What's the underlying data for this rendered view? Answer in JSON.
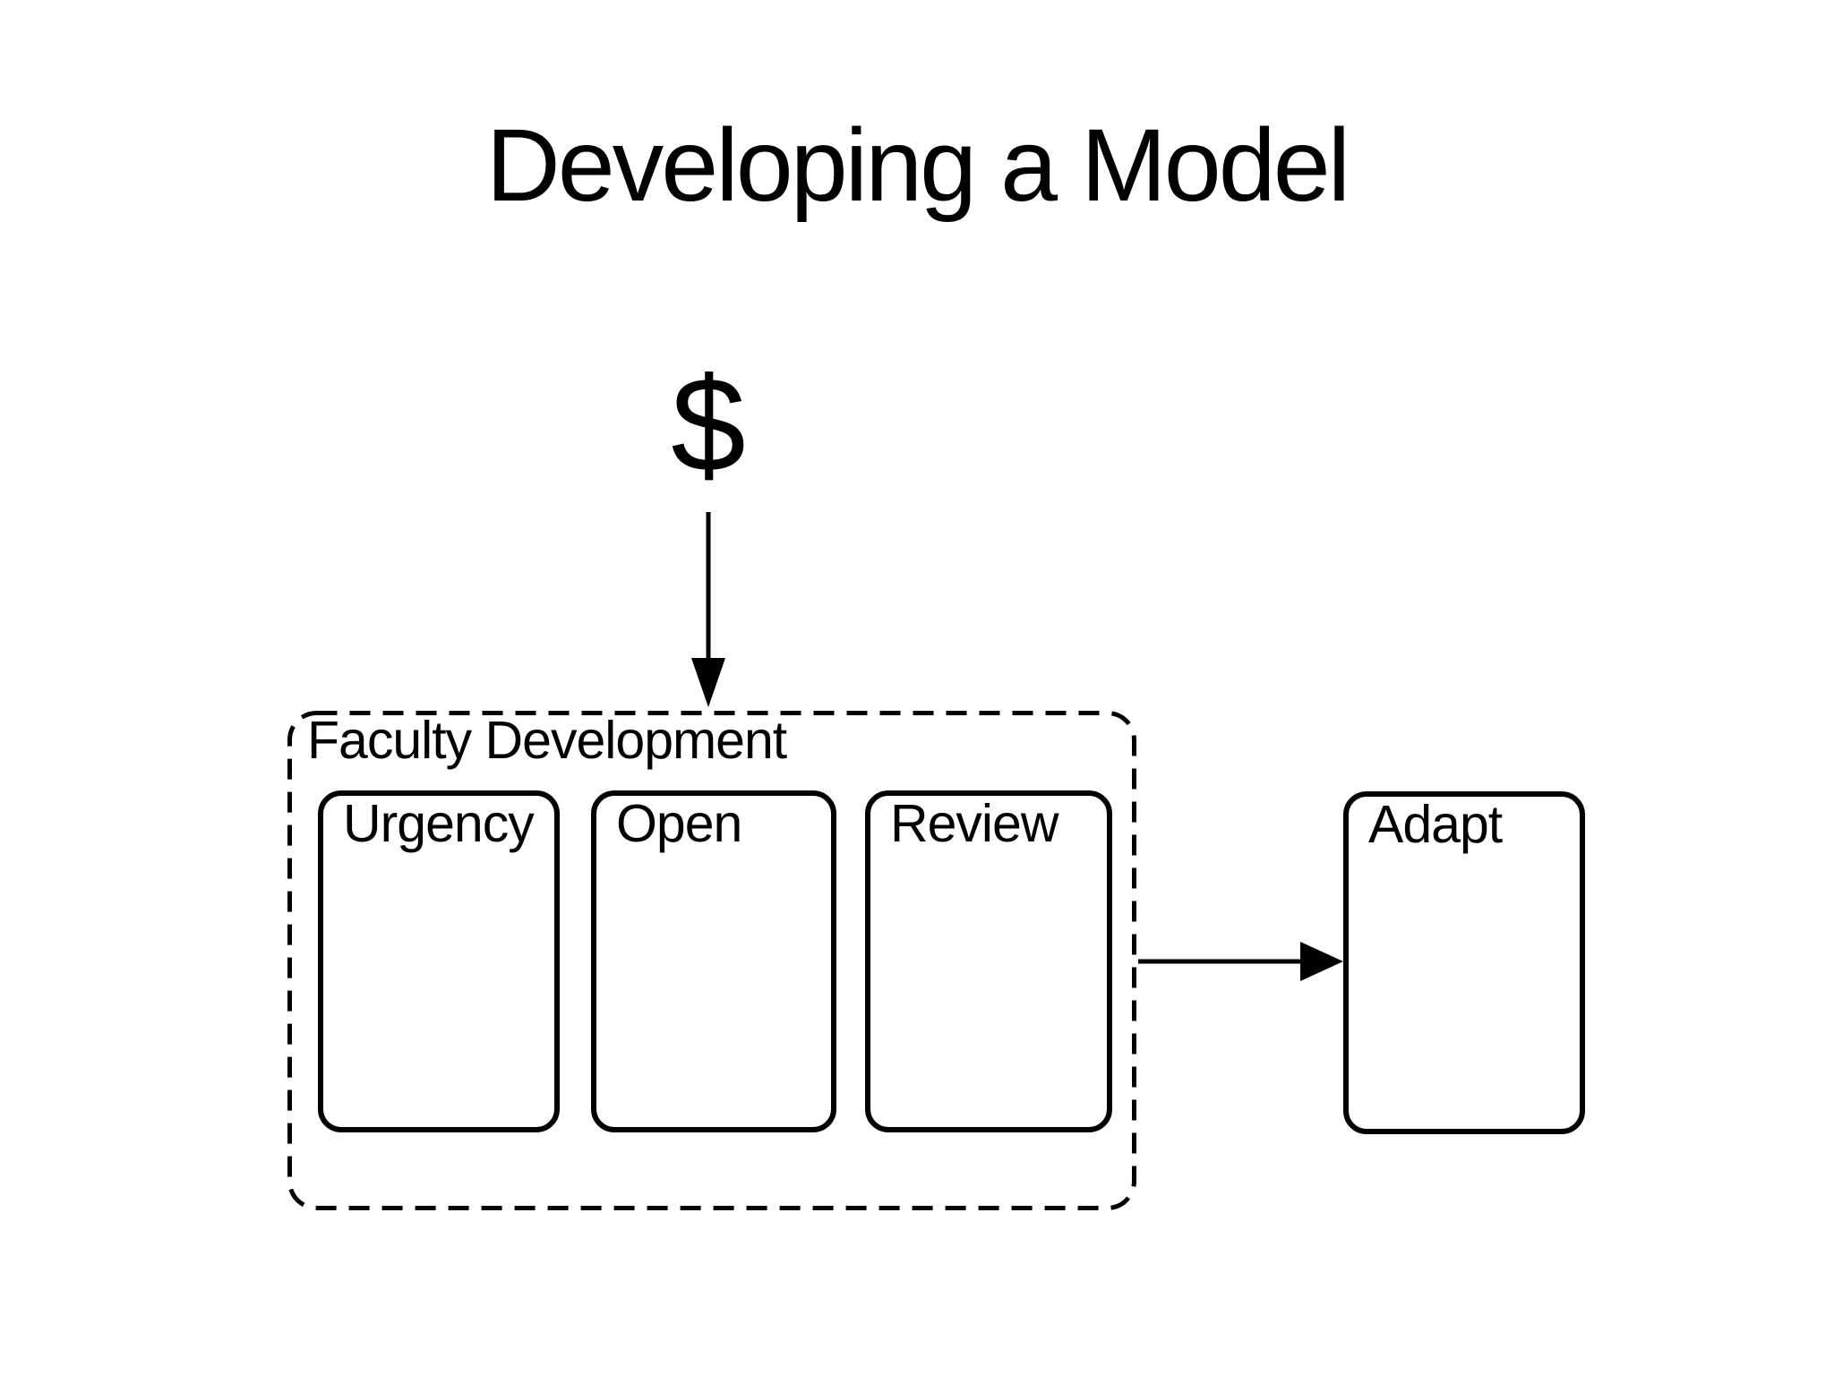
{
  "slide": {
    "title": "Developing a Model",
    "funding_symbol": "$",
    "flow": {
      "group": {
        "label": "Faculty Development",
        "steps": [
          "Urgency",
          "Open",
          "Review"
        ]
      },
      "result": "Adapt"
    },
    "colors": {
      "ink": "#000000",
      "background": "#ffffff"
    }
  }
}
